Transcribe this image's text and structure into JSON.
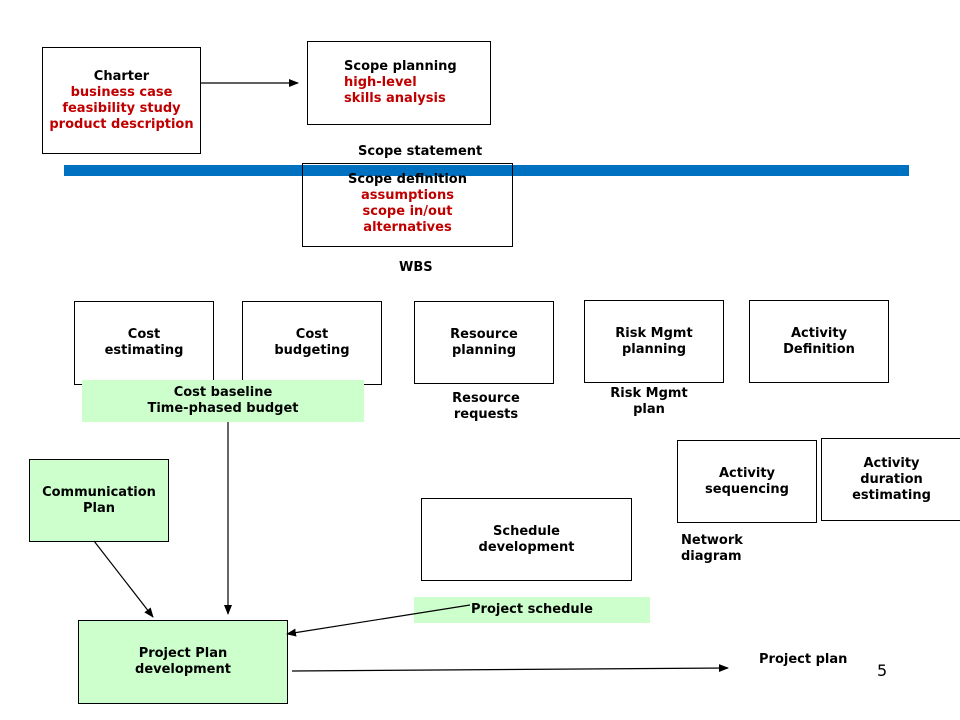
{
  "charter": {
    "title": "Charter",
    "items": [
      "business case",
      "feasibility study",
      "product description"
    ]
  },
  "scope_planning": {
    "title": "Scope planning",
    "items": [
      "high-level",
      "skills analysis"
    ]
  },
  "scope_statement": "Scope statement",
  "scope_definition": {
    "title": "Scope definition",
    "items": [
      "assumptions",
      "scope in/out",
      "alternatives"
    ]
  },
  "wbs": "WBS",
  "cost_estimating": {
    "line1": "Cost",
    "line2": "estimating"
  },
  "cost_budgeting": {
    "line1": "Cost",
    "line2": "budgeting"
  },
  "resource_planning": {
    "line1": "Resource",
    "line2": "planning"
  },
  "risk_planning": {
    "line1": "Risk Mgmt",
    "line2": "planning"
  },
  "activity_definition": {
    "line1": "Activity",
    "line2": "Definition"
  },
  "cost_baseline": {
    "line1": "Cost baseline",
    "line2": "Time-phased budget"
  },
  "resource_requests": {
    "line1": "Resource",
    "line2": "requests"
  },
  "risk_plan": {
    "line1": "Risk Mgmt",
    "line2": "plan"
  },
  "communication_plan": {
    "line1": "Communication",
    "line2": "Plan"
  },
  "activity_sequencing": {
    "line1": "Activity",
    "line2": "sequencing"
  },
  "activity_duration": {
    "line1": "Activity",
    "line2": "duration",
    "line3": "estimating"
  },
  "schedule_development": {
    "line1": "Schedule",
    "line2": "development"
  },
  "network_diagram": {
    "line1": "Network",
    "line2": "diagram"
  },
  "project_schedule": "Project schedule",
  "project_plan_development": {
    "line1": "Project Plan",
    "line2": "development"
  },
  "project_plan": "Project plan",
  "page_number": "5",
  "colors": {
    "bar": "#0070c0",
    "highlight": "#ccffcc",
    "accent_text": "#c00000"
  }
}
